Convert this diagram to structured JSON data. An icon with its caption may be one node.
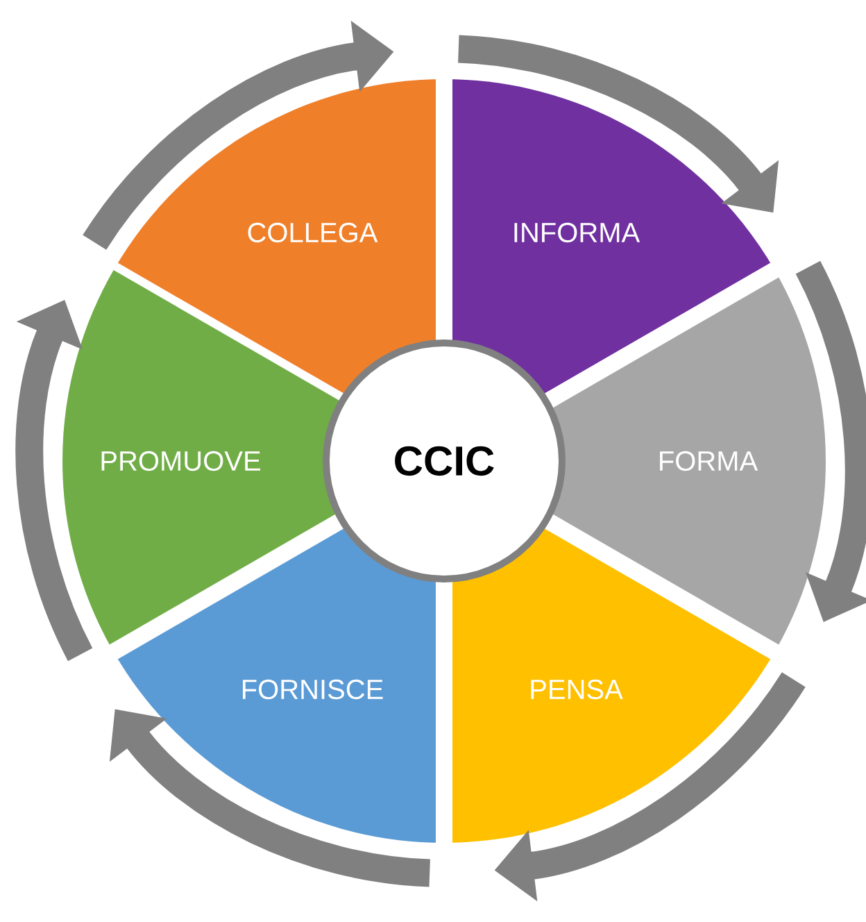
{
  "diagram": {
    "nodes": [
      {
        "text": [
          "COLLEGA"
        ]
      },
      {
        "text": [
          "INFORMA"
        ]
      },
      {
        "text": [
          "FORMA"
        ]
      },
      {
        "text": [
          "PENSA"
        ]
      },
      {
        "text": [
          "FORNISCE"
        ]
      },
      {
        "text": [
          "PROMUOVE"
        ]
      },
      {
        "text": [
          "CCIC"
        ]
      }
    ]
  }
}
